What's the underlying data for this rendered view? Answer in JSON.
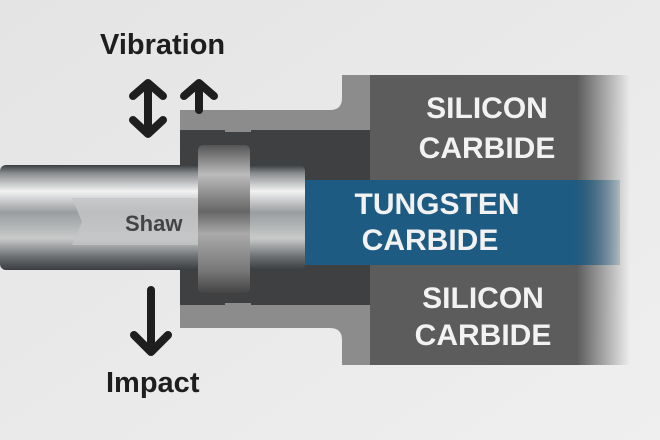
{
  "labels": {
    "vibration": "Vibration",
    "impact": "Impact",
    "shaft": "Shaw",
    "top_layer_line1": "SILICON",
    "top_layer_line2": "CARBIDE",
    "middle_layer_line1": "TUNGSTEN",
    "middle_layer_line2": "CARBIDE",
    "bottom_layer_line1": "SILICON",
    "bottom_layer_line2": "CARBIDE"
  },
  "colors": {
    "background": "#e9e9e9",
    "housing": "#8c8c8c",
    "block": "#5c5c5c",
    "tungsten": "#1d5b82",
    "arrow": "#1e1e1e"
  }
}
